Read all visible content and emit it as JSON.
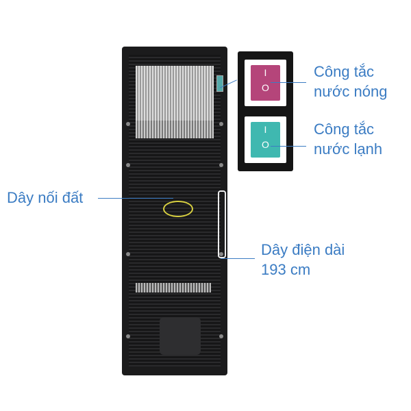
{
  "labels": {
    "hot_switch": [
      "Công tắc",
      "nước nóng"
    ],
    "cold_switch": [
      "Công tắc",
      "nước lạnh"
    ],
    "ground_wire": "Dây nối đất",
    "power_cord": [
      "Dây điện dài",
      "193 cm"
    ]
  },
  "switch_symbols": {
    "on": "I",
    "off": "O"
  },
  "colors": {
    "label": "#3b7cc3",
    "hot_switch": "#b5457a",
    "cold_switch": "#3fb8b0"
  }
}
